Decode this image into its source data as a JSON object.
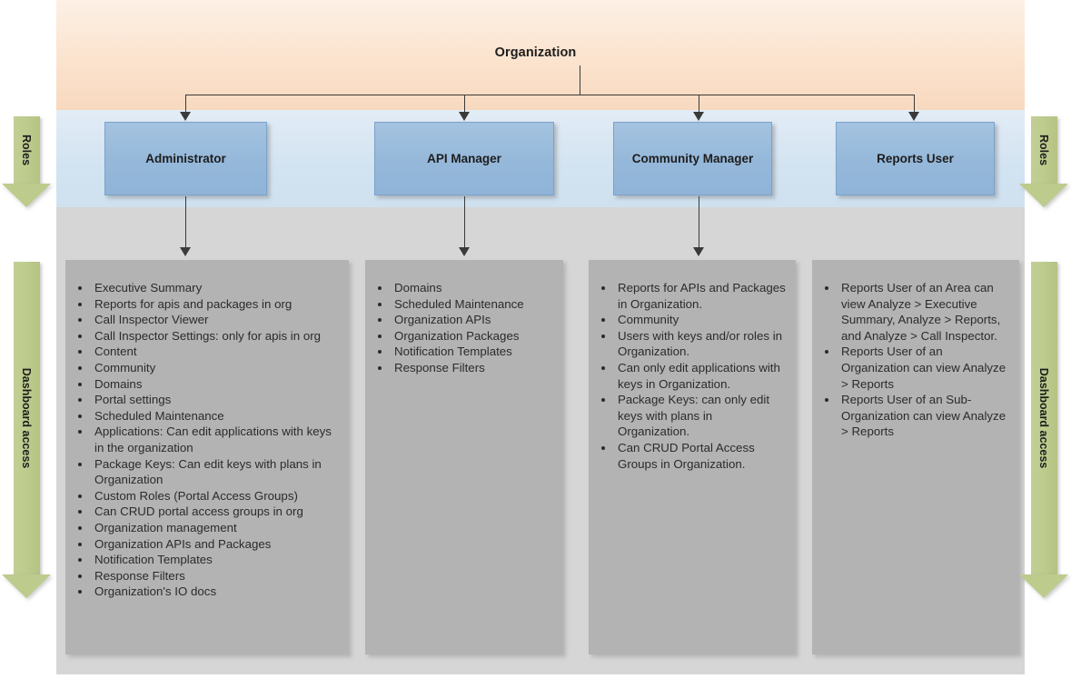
{
  "diagram": {
    "title": "Organization",
    "bands": {
      "top_label": "Organization"
    },
    "side_arrows": {
      "roles": "Roles",
      "dashboard": "Dashboard access"
    },
    "roles": [
      {
        "id": "administrator",
        "label": "Administrator"
      },
      {
        "id": "api-manager",
        "label": "API Manager"
      },
      {
        "id": "community-manager",
        "label": "Community Manager"
      },
      {
        "id": "reports-user",
        "label": "Reports User"
      }
    ],
    "details": [
      {
        "for": "administrator",
        "items": [
          "Executive Summary",
          "Reports for apis and packages in org",
          "Call Inspector Viewer",
          "Call Inspector Settings: only for apis in org",
          "Content",
          "Community",
          "Domains",
          "Portal settings",
          "Scheduled Maintenance",
          "Applications: Can edit applications with keys in the organization",
          "Package Keys: Can edit keys with plans in Organization",
          "Custom Roles (Portal Access Groups)",
          "Can CRUD portal access groups in org",
          "Organization management",
          "Organization APIs and Packages",
          "Notification Templates",
          "Response Filters",
          "Organization's IO docs"
        ]
      },
      {
        "for": "api-manager",
        "items": [
          "Domains",
          "Scheduled Maintenance",
          "Organization APIs",
          "Organization Packages",
          "Notification Templates",
          "Response Filters"
        ]
      },
      {
        "for": "community-manager",
        "items": [
          "Reports for APIs and Packages in Organization.",
          "Community",
          "Users with keys and/or roles in Organization.",
          "Can only edit applications with keys in Organization.",
          "Package Keys: can only edit keys with plans in Organization.",
          "Can CRUD Portal Access Groups in Organization."
        ]
      },
      {
        "for": "reports-user",
        "items": [
          "Reports User of an Area can view Analyze > Executive Summary, Analyze > Reports, and Analyze > Call Inspector.",
          "Reports User of an Organization can view Analyze > Reports",
          "Reports User of an Sub-Organization can view Analyze > Reports"
        ]
      }
    ],
    "colors": {
      "band_peach": "#f8dcc5",
      "band_blue": "#d2e3f1",
      "band_grey": "#d6d6d6",
      "role_box": "#95b8da",
      "detail_box": "#b3b3b3",
      "side_arrow": "#bdcb8d",
      "connector": "#3a3a3a"
    }
  }
}
